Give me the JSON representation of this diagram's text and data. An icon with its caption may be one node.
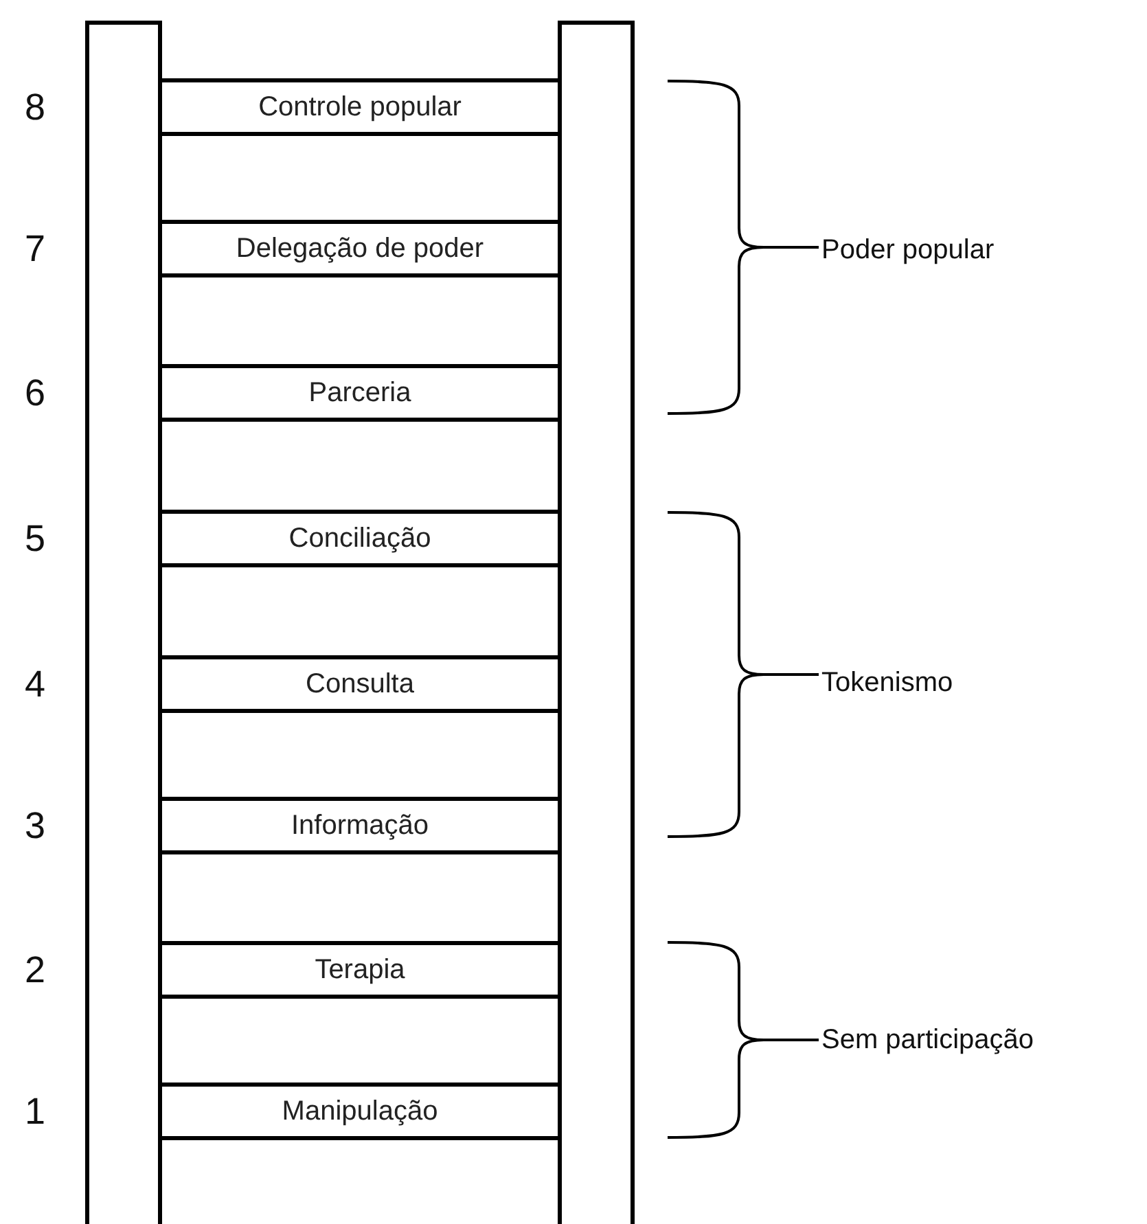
{
  "diagram": {
    "nodes": [
      {
        "text": [
          "Controle popular"
        ]
      },
      {
        "text": [
          "Delegação de poder"
        ]
      },
      {
        "text": [
          "Parceria"
        ]
      },
      {
        "text": [
          "Conciliação"
        ]
      },
      {
        "text": [
          "Consulta"
        ]
      },
      {
        "text": [
          "Informação"
        ]
      },
      {
        "text": [
          "Terapia"
        ]
      },
      {
        "text": [
          "Manipulação"
        ]
      },
      {
        "text": [],
        "shape": "bar"
      },
      {
        "text": [],
        "shape": "bar"
      }
    ],
    "labels": [
      "8",
      "7",
      "Poder popular",
      "6",
      "5",
      "4",
      "Tokenismo",
      "3",
      "2",
      "Sem participação",
      "1"
    ]
  }
}
